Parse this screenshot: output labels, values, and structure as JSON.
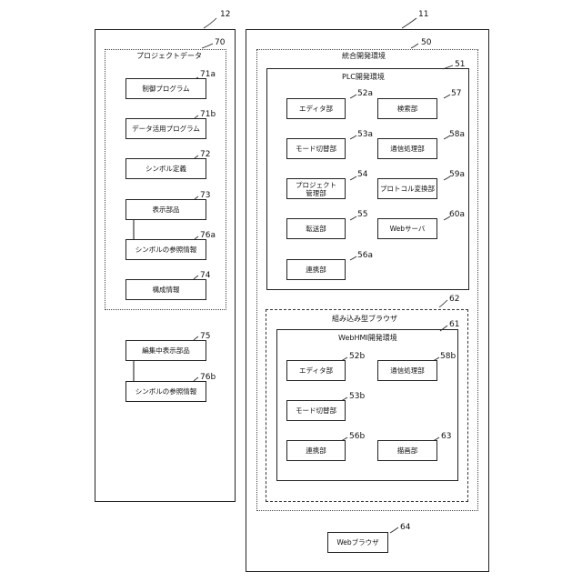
{
  "device12": {
    "ref": "12",
    "project_data": {
      "ref": "70",
      "title": "プロジェクトデータ",
      "items": [
        {
          "ref": "71a",
          "label": "制御プログラム"
        },
        {
          "ref": "71b",
          "label": "データ活用プログラム"
        },
        {
          "ref": "72",
          "label": "シンボル定義"
        },
        {
          "ref": "73",
          "label": "表示部品"
        },
        {
          "ref": "76a",
          "label": "シンボルの参照情報"
        },
        {
          "ref": "74",
          "label": "構成情報"
        }
      ]
    },
    "editing": [
      {
        "ref": "75",
        "label": "編集中表示部品"
      },
      {
        "ref": "76b",
        "label": "シンボルの参照情報"
      }
    ]
  },
  "device11": {
    "ref": "11",
    "ide": {
      "ref": "50",
      "title": "統合開発環境",
      "plc": {
        "ref": "51",
        "title": "PLC開発環境",
        "items": [
          {
            "ref": "52a",
            "label": "エディタ部"
          },
          {
            "ref": "57",
            "label": "検索部"
          },
          {
            "ref": "53a",
            "label": "モード切替部"
          },
          {
            "ref": "58a",
            "label": "通信処理部"
          },
          {
            "ref": "54",
            "label": "プロジェクト\n管理部"
          },
          {
            "ref": "59a",
            "label": "プロトコル変換部"
          },
          {
            "ref": "55",
            "label": "転送部"
          },
          {
            "ref": "60a",
            "label": "Webサーバ"
          },
          {
            "ref": "56a",
            "label": "連携部"
          }
        ]
      },
      "browser": {
        "ref": "62",
        "title": "組み込み型ブラウザ",
        "webhmi": {
          "ref": "61",
          "title": "WebHMI開発環境",
          "items": [
            {
              "ref": "52b",
              "label": "エディタ部"
            },
            {
              "ref": "58b",
              "label": "通信処理部"
            },
            {
              "ref": "53b",
              "label": "モード切替部"
            },
            {
              "ref": "56b",
              "label": "連携部"
            },
            {
              "ref": "63",
              "label": "描画部"
            }
          ]
        }
      }
    },
    "web_browser": {
      "ref": "64",
      "label": "Webブラウザ"
    }
  }
}
